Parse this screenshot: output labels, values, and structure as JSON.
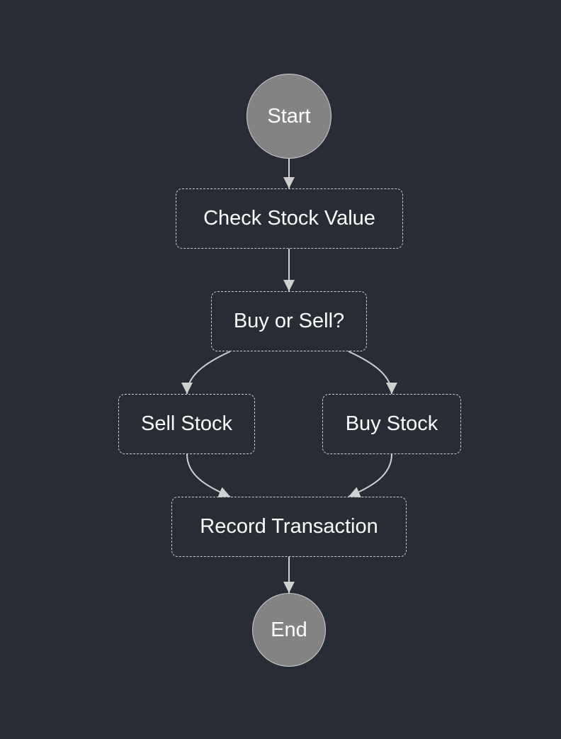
{
  "diagram": {
    "nodes": {
      "start": {
        "label": "Start",
        "shape": "circle"
      },
      "check": {
        "label": "Check Stock Value",
        "shape": "dashed-rect"
      },
      "choice": {
        "label": "Buy or Sell?",
        "shape": "dashed-rect"
      },
      "sell": {
        "label": "Sell Stock",
        "shape": "dashed-rect"
      },
      "buy": {
        "label": "Buy Stock",
        "shape": "dashed-rect"
      },
      "record": {
        "label": "Record Transaction",
        "shape": "dashed-rect"
      },
      "end": {
        "label": "End",
        "shape": "circle"
      }
    },
    "edges": [
      {
        "from": "start",
        "to": "check"
      },
      {
        "from": "check",
        "to": "choice"
      },
      {
        "from": "choice",
        "to": "sell"
      },
      {
        "from": "choice",
        "to": "buy"
      },
      {
        "from": "sell",
        "to": "record"
      },
      {
        "from": "buy",
        "to": "record"
      },
      {
        "from": "record",
        "to": "end"
      }
    ]
  },
  "colors": {
    "background": "#282c35",
    "circle_fill": "#838383",
    "stroke": "#d0d0d0",
    "text": "#ffffff"
  }
}
